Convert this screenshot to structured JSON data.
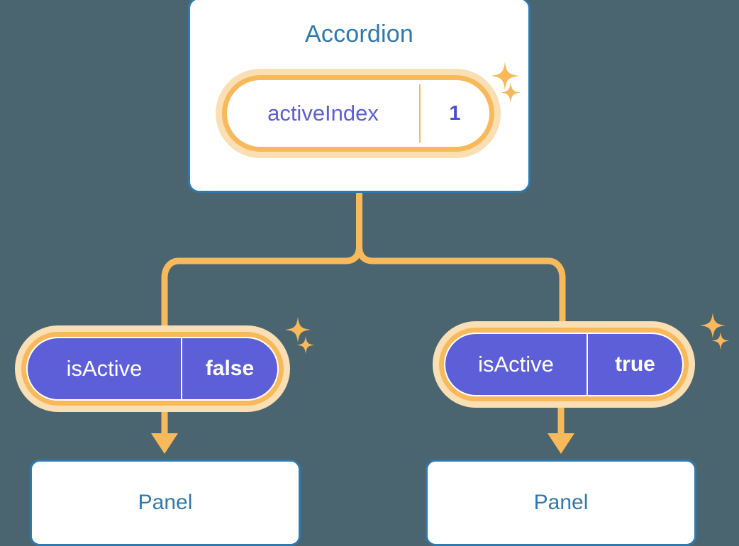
{
  "theme": {
    "background": "#4a6570",
    "box_border": "#2f79ae",
    "box_fill": "#ffffff",
    "box_text": "#2f79ae",
    "accent_orange": "#f8b95a",
    "accent_orange_glow": "#fadfb4",
    "pill_purple": "#5d5fd9",
    "prop_text_purple": "#5b5fd6",
    "value_text_purple": "#4a4fd0",
    "pill_text_light": "#ffffff"
  },
  "diagram": {
    "type": "component-tree",
    "root": {
      "title": "Accordion",
      "state": {
        "name": "activeIndex",
        "value": "1"
      }
    },
    "children": [
      {
        "prop": {
          "name": "isActive",
          "value": "false"
        },
        "panel": {
          "title": "Panel"
        }
      },
      {
        "prop": {
          "name": "isActive",
          "value": "true"
        },
        "panel": {
          "title": "Panel"
        }
      }
    ]
  },
  "icons": {
    "sparkle_large": "sparkle-large-icon",
    "sparkle_small": "sparkle-small-icon",
    "arrow_down": "arrow-down-icon"
  }
}
